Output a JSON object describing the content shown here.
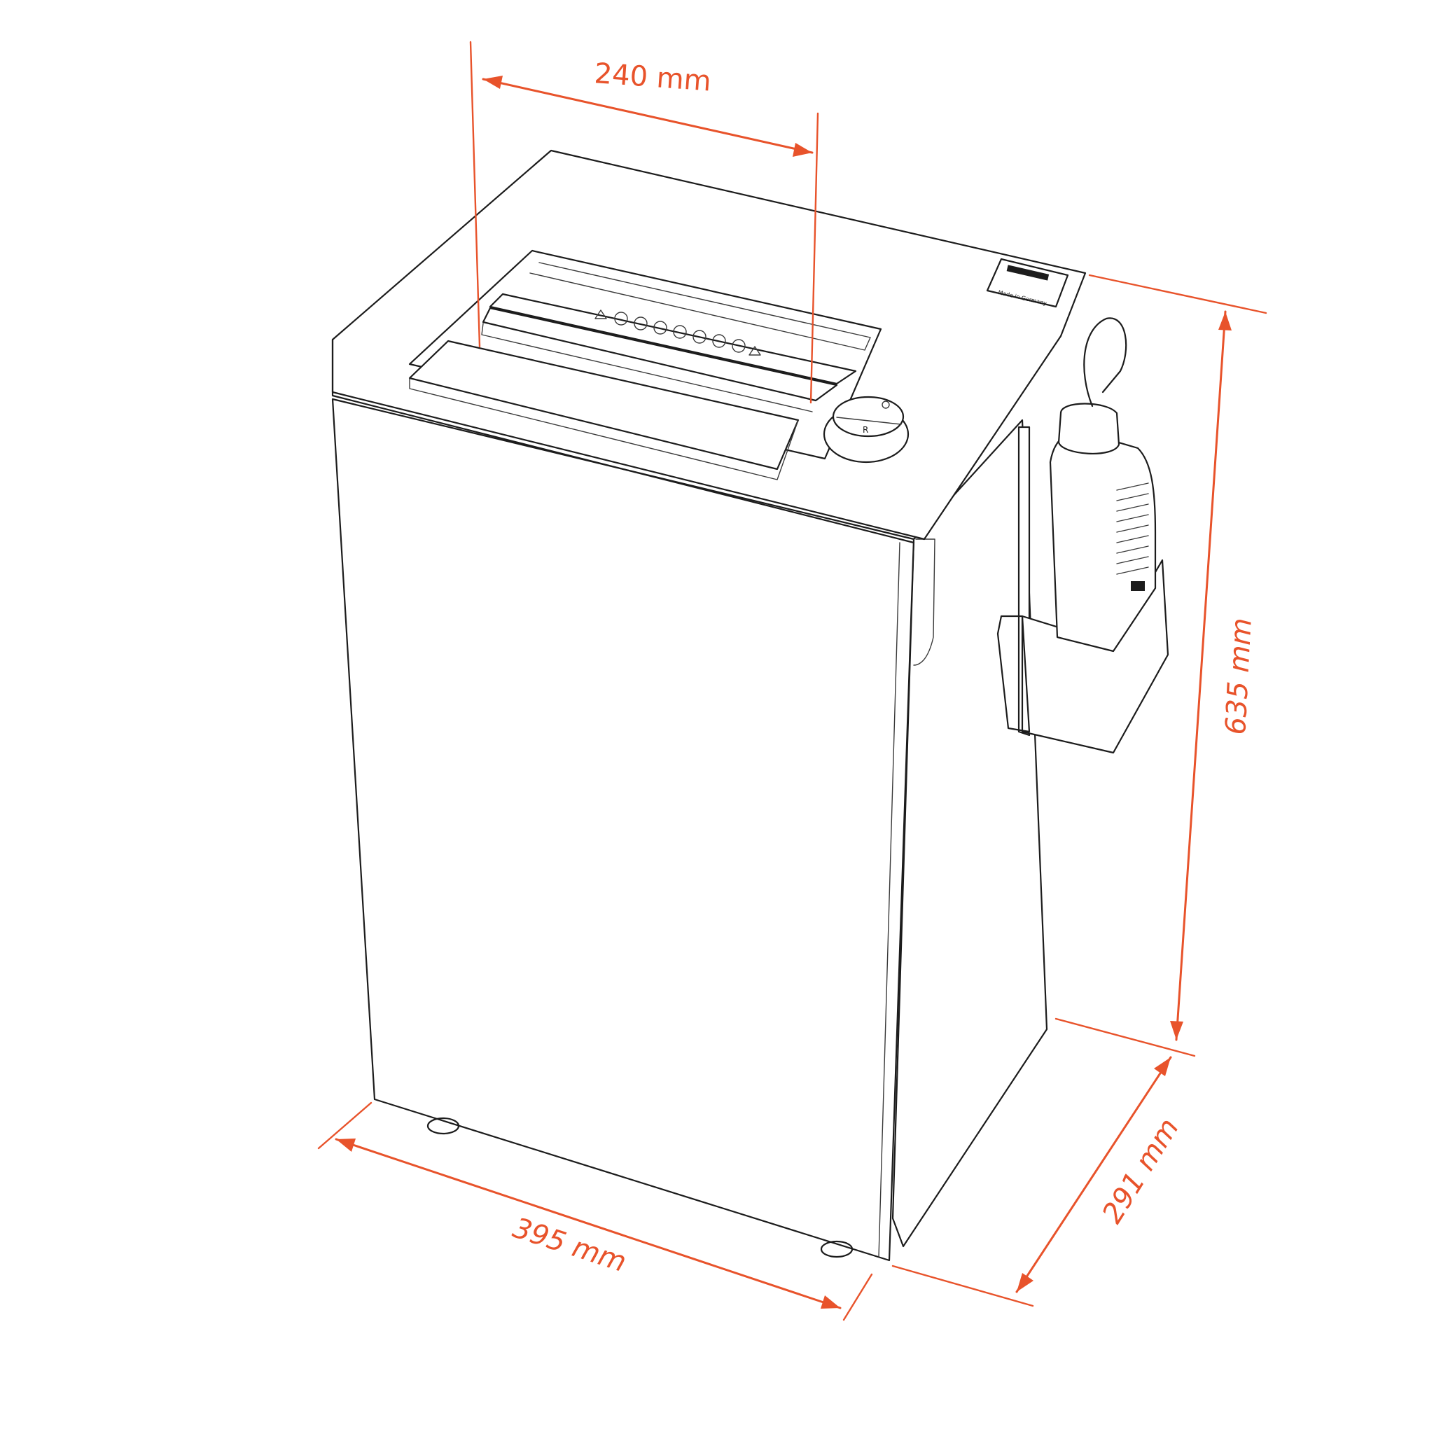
{
  "dimensions": {
    "width_top": "240 mm",
    "height": "635 mm",
    "depth": "291 mm",
    "width_bottom": "395 mm"
  },
  "badge": {
    "text": "Made in Germany"
  },
  "control": {
    "reverse_label": "R"
  },
  "colors": {
    "dimension": "#e8532b",
    "outline": "#1c1c1c"
  }
}
